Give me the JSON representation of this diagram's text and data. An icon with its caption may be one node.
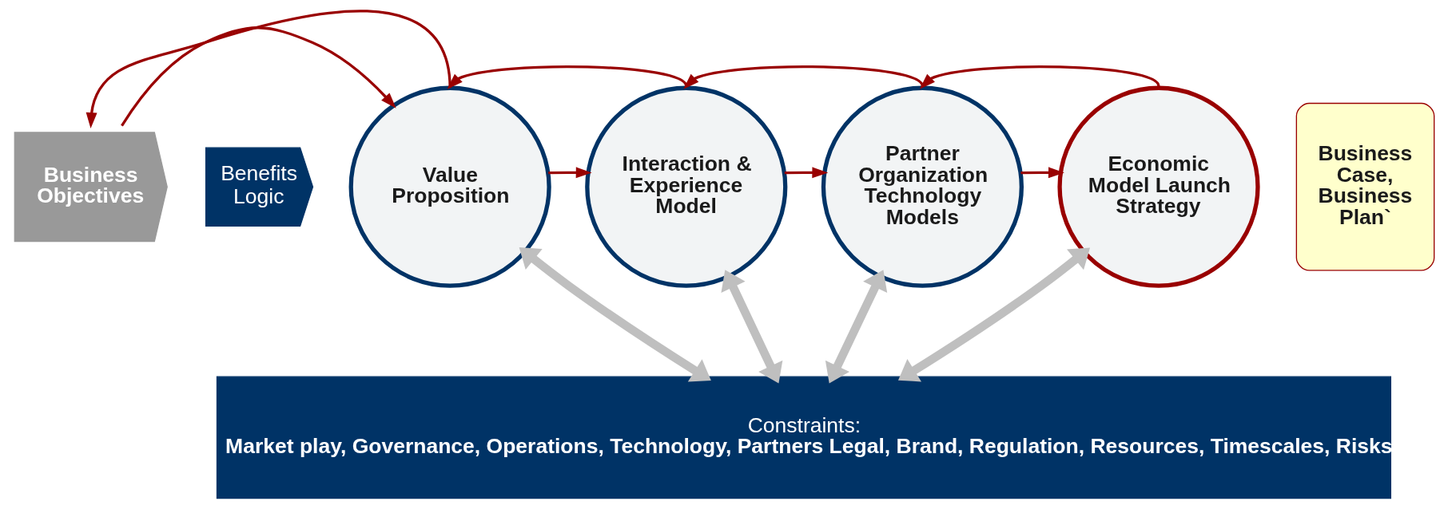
{
  "diagram": {
    "nodes": [
      {
        "text": [
          "Business Objectives"
        ]
      },
      {
        "text": [
          "Benefits Logic"
        ]
      },
      {
        "text": [
          "Value Proposition"
        ]
      },
      {
        "text": [
          "Interaction & Experience Model"
        ]
      },
      {
        "text": [
          "Partner Organization Technology Models"
        ]
      },
      {
        "text": [
          "Economic Model Launch Strategy"
        ]
      },
      {
        "text": [
          "Business Case, Business Plan`"
        ]
      },
      {
        "text": [
          "Constraints:",
          "Market play, Governance, Operations, Technology, Partners Legal, Brand, Regulation, Resources, Timescales, Risks"
        ]
      }
    ],
    "edges": [
      {
        "from": 2,
        "to": 0,
        "arrow": "to"
      },
      {
        "from": 3,
        "to": 2,
        "arrow": "to"
      },
      {
        "from": 4,
        "to": 3,
        "arrow": "to"
      },
      {
        "from": 5,
        "to": 4,
        "arrow": "to"
      },
      {
        "from": 0,
        "to": 2,
        "arrow": "to"
      },
      {
        "from": 2,
        "to": 3,
        "arrow": "to"
      },
      {
        "from": 3,
        "to": 4,
        "arrow": "to"
      },
      {
        "from": 4,
        "to": 5,
        "arrow": "to"
      },
      {
        "from": 2,
        "to": 7,
        "arrow": "both",
        "style": "thick",
        "color": "#bfbfbf"
      },
      {
        "from": 3,
        "to": 7,
        "arrow": "both",
        "style": "thick",
        "color": "#bfbfbf"
      },
      {
        "from": 4,
        "to": 7,
        "arrow": "both",
        "style": "thick",
        "color": "#bfbfbf"
      },
      {
        "from": 5,
        "to": 7,
        "arrow": "both",
        "style": "thick",
        "color": "#bfbfbf"
      }
    ]
  }
}
